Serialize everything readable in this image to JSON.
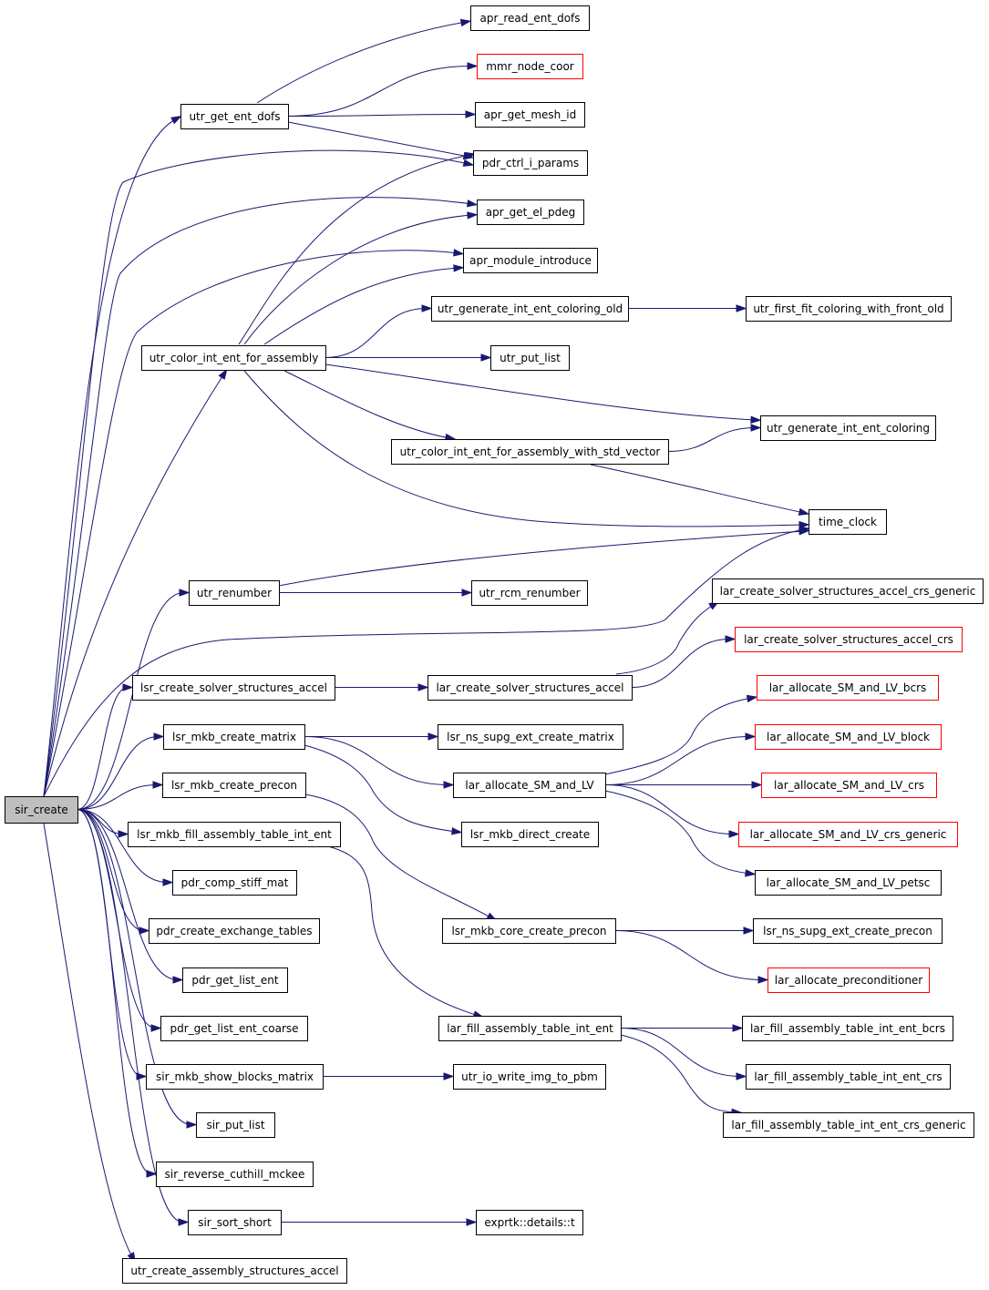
{
  "colors": {
    "edge": "#191970",
    "box_border": "#000000",
    "truncated_border": "#ff0000",
    "root_fill": "#bfbfbf"
  },
  "nodes": [
    {
      "id": "sir_create",
      "label": "sir_create",
      "kind": "root"
    },
    {
      "id": "utr_get_ent_dofs",
      "label": "utr_get_ent_dofs"
    },
    {
      "id": "apr_read_ent_dofs",
      "label": "apr_read_ent_dofs"
    },
    {
      "id": "mmr_node_coor",
      "label": "mmr_node_coor",
      "kind": "truncated"
    },
    {
      "id": "apr_get_mesh_id",
      "label": "apr_get_mesh_id"
    },
    {
      "id": "pdr_ctrl_i_params",
      "label": "pdr_ctrl_i_params"
    },
    {
      "id": "apr_get_el_pdeg",
      "label": "apr_get_el_pdeg"
    },
    {
      "id": "apr_module_introduce",
      "label": "apr_module_introduce"
    },
    {
      "id": "utr_generate_int_ent_coloring_old",
      "label": "utr_generate_int_ent_coloring_old"
    },
    {
      "id": "utr_first_fit_coloring_with_front_old",
      "label": "utr_first_fit_coloring_with_front_old"
    },
    {
      "id": "utr_color_int_ent_for_assembly",
      "label": "utr_color_int_ent_for_assembly"
    },
    {
      "id": "utr_put_list",
      "label": "utr_put_list"
    },
    {
      "id": "utr_generate_int_ent_coloring",
      "label": "utr_generate_int_ent_coloring"
    },
    {
      "id": "utr_color_int_ent_for_assembly_with_std_vector",
      "label": "utr_color_int_ent_for_assembly_with_std_vector"
    },
    {
      "id": "time_clock",
      "label": "time_clock"
    },
    {
      "id": "utr_renumber",
      "label": "utr_renumber"
    },
    {
      "id": "utr_rcm_renumber",
      "label": "utr_rcm_renumber"
    },
    {
      "id": "lar_create_solver_structures_accel_crs_generic",
      "label": "lar_create_solver_structures_accel_crs_generic"
    },
    {
      "id": "lar_create_solver_structures_accel_crs",
      "label": "lar_create_solver_structures_accel_crs",
      "kind": "truncated"
    },
    {
      "id": "lsr_create_solver_structures_accel",
      "label": "lsr_create_solver_structures_accel"
    },
    {
      "id": "lar_create_solver_structures_accel",
      "label": "lar_create_solver_structures_accel"
    },
    {
      "id": "lar_allocate_SM_and_LV_bcrs",
      "label": "lar_allocate_SM_and_LV_bcrs",
      "kind": "truncated"
    },
    {
      "id": "lsr_mkb_create_matrix",
      "label": "lsr_mkb_create_matrix"
    },
    {
      "id": "lsr_ns_supg_ext_create_matrix",
      "label": "lsr_ns_supg_ext_create_matrix"
    },
    {
      "id": "lar_allocate_SM_and_LV_block",
      "label": "lar_allocate_SM_and_LV_block",
      "kind": "truncated"
    },
    {
      "id": "lsr_mkb_create_precon",
      "label": "lsr_mkb_create_precon"
    },
    {
      "id": "lar_allocate_SM_and_LV",
      "label": "lar_allocate_SM_and_LV"
    },
    {
      "id": "lar_allocate_SM_and_LV_crs",
      "label": "lar_allocate_SM_and_LV_crs",
      "kind": "truncated"
    },
    {
      "id": "lsr_mkb_fill_assembly_table_int_ent",
      "label": "lsr_mkb_fill_assembly_table_int_ent"
    },
    {
      "id": "lsr_mkb_direct_create",
      "label": "lsr_mkb_direct_create"
    },
    {
      "id": "lar_allocate_SM_and_LV_crs_generic",
      "label": "lar_allocate_SM_and_LV_crs_generic",
      "kind": "truncated"
    },
    {
      "id": "pdr_comp_stiff_mat",
      "label": "pdr_comp_stiff_mat"
    },
    {
      "id": "lar_allocate_SM_and_LV_petsc",
      "label": "lar_allocate_SM_and_LV_petsc"
    },
    {
      "id": "pdr_create_exchange_tables",
      "label": "pdr_create_exchange_tables"
    },
    {
      "id": "lsr_mkb_core_create_precon",
      "label": "lsr_mkb_core_create_precon"
    },
    {
      "id": "lsr_ns_supg_ext_create_precon",
      "label": "lsr_ns_supg_ext_create_precon"
    },
    {
      "id": "pdr_get_list_ent",
      "label": "pdr_get_list_ent"
    },
    {
      "id": "lar_allocate_preconditioner",
      "label": "lar_allocate_preconditioner",
      "kind": "truncated"
    },
    {
      "id": "pdr_get_list_ent_coarse",
      "label": "pdr_get_list_ent_coarse"
    },
    {
      "id": "lar_fill_assembly_table_int_ent",
      "label": "lar_fill_assembly_table_int_ent"
    },
    {
      "id": "lar_fill_assembly_table_int_ent_bcrs",
      "label": "lar_fill_assembly_table_int_ent_bcrs"
    },
    {
      "id": "sir_mkb_show_blocks_matrix",
      "label": "sir_mkb_show_blocks_matrix"
    },
    {
      "id": "utr_io_write_img_to_pbm",
      "label": "utr_io_write_img_to_pbm"
    },
    {
      "id": "lar_fill_assembly_table_int_ent_crs",
      "label": "lar_fill_assembly_table_int_ent_crs"
    },
    {
      "id": "sir_put_list",
      "label": "sir_put_list"
    },
    {
      "id": "lar_fill_assembly_table_int_ent_crs_generic",
      "label": "lar_fill_assembly_table_int_ent_crs_generic"
    },
    {
      "id": "sir_reverse_cuthill_mckee",
      "label": "sir_reverse_cuthill_mckee"
    },
    {
      "id": "sir_sort_short",
      "label": "sir_sort_short"
    },
    {
      "id": "exprtk_details_t",
      "label": "exprtk::details::t"
    },
    {
      "id": "utr_create_assembly_structures_accel",
      "label": "utr_create_assembly_structures_accel"
    }
  ],
  "edges": [
    [
      "sir_create",
      "utr_get_ent_dofs"
    ],
    [
      "sir_create",
      "pdr_ctrl_i_params"
    ],
    [
      "sir_create",
      "apr_get_el_pdeg"
    ],
    [
      "sir_create",
      "apr_module_introduce"
    ],
    [
      "sir_create",
      "utr_color_int_ent_for_assembly"
    ],
    [
      "sir_create",
      "time_clock"
    ],
    [
      "sir_create",
      "utr_renumber"
    ],
    [
      "sir_create",
      "lsr_create_solver_structures_accel"
    ],
    [
      "sir_create",
      "lsr_mkb_create_matrix"
    ],
    [
      "sir_create",
      "lsr_mkb_create_precon"
    ],
    [
      "sir_create",
      "lsr_mkb_fill_assembly_table_int_ent"
    ],
    [
      "sir_create",
      "pdr_comp_stiff_mat"
    ],
    [
      "sir_create",
      "pdr_create_exchange_tables"
    ],
    [
      "sir_create",
      "pdr_get_list_ent"
    ],
    [
      "sir_create",
      "pdr_get_list_ent_coarse"
    ],
    [
      "sir_create",
      "sir_mkb_show_blocks_matrix"
    ],
    [
      "sir_create",
      "sir_put_list"
    ],
    [
      "sir_create",
      "sir_reverse_cuthill_mckee"
    ],
    [
      "sir_create",
      "sir_sort_short"
    ],
    [
      "sir_create",
      "utr_create_assembly_structures_accel"
    ],
    [
      "utr_get_ent_dofs",
      "apr_read_ent_dofs"
    ],
    [
      "utr_get_ent_dofs",
      "mmr_node_coor"
    ],
    [
      "utr_get_ent_dofs",
      "apr_get_mesh_id"
    ],
    [
      "utr_get_ent_dofs",
      "pdr_ctrl_i_params"
    ],
    [
      "utr_color_int_ent_for_assembly",
      "pdr_ctrl_i_params"
    ],
    [
      "utr_color_int_ent_for_assembly",
      "apr_get_el_pdeg"
    ],
    [
      "utr_color_int_ent_for_assembly",
      "apr_module_introduce"
    ],
    [
      "utr_color_int_ent_for_assembly",
      "utr_generate_int_ent_coloring_old"
    ],
    [
      "utr_color_int_ent_for_assembly",
      "utr_put_list"
    ],
    [
      "utr_color_int_ent_for_assembly",
      "utr_generate_int_ent_coloring"
    ],
    [
      "utr_color_int_ent_for_assembly",
      "utr_color_int_ent_for_assembly_with_std_vector"
    ],
    [
      "utr_color_int_ent_for_assembly",
      "time_clock"
    ],
    [
      "utr_generate_int_ent_coloring_old",
      "utr_first_fit_coloring_with_front_old"
    ],
    [
      "utr_color_int_ent_for_assembly_with_std_vector",
      "utr_generate_int_ent_coloring"
    ],
    [
      "utr_color_int_ent_for_assembly_with_std_vector",
      "time_clock"
    ],
    [
      "utr_renumber",
      "time_clock"
    ],
    [
      "utr_renumber",
      "utr_rcm_renumber"
    ],
    [
      "lsr_create_solver_structures_accel",
      "lar_create_solver_structures_accel"
    ],
    [
      "lar_create_solver_structures_accel",
      "lar_create_solver_structures_accel_crs_generic"
    ],
    [
      "lar_create_solver_structures_accel",
      "lar_create_solver_structures_accel_crs"
    ],
    [
      "lsr_mkb_create_matrix",
      "lsr_ns_supg_ext_create_matrix"
    ],
    [
      "lsr_mkb_create_matrix",
      "lar_allocate_SM_and_LV"
    ],
    [
      "lsr_mkb_create_matrix",
      "lsr_mkb_direct_create"
    ],
    [
      "lar_allocate_SM_and_LV",
      "lar_allocate_SM_and_LV_bcrs"
    ],
    [
      "lar_allocate_SM_and_LV",
      "lar_allocate_SM_and_LV_block"
    ],
    [
      "lar_allocate_SM_and_LV",
      "lar_allocate_SM_and_LV_crs"
    ],
    [
      "lar_allocate_SM_and_LV",
      "lar_allocate_SM_and_LV_crs_generic"
    ],
    [
      "lar_allocate_SM_and_LV",
      "lar_allocate_SM_and_LV_petsc"
    ],
    [
      "lsr_mkb_create_precon",
      "lsr_mkb_core_create_precon"
    ],
    [
      "lsr_mkb_core_create_precon",
      "lsr_ns_supg_ext_create_precon"
    ],
    [
      "lsr_mkb_core_create_precon",
      "lar_allocate_preconditioner"
    ],
    [
      "lsr_mkb_fill_assembly_table_int_ent",
      "lar_fill_assembly_table_int_ent"
    ],
    [
      "lar_fill_assembly_table_int_ent",
      "lar_fill_assembly_table_int_ent_bcrs"
    ],
    [
      "lar_fill_assembly_table_int_ent",
      "lar_fill_assembly_table_int_ent_crs"
    ],
    [
      "lar_fill_assembly_table_int_ent",
      "lar_fill_assembly_table_int_ent_crs_generic"
    ],
    [
      "sir_mkb_show_blocks_matrix",
      "utr_io_write_img_to_pbm"
    ],
    [
      "sir_sort_short",
      "exprtk_details_t"
    ]
  ]
}
